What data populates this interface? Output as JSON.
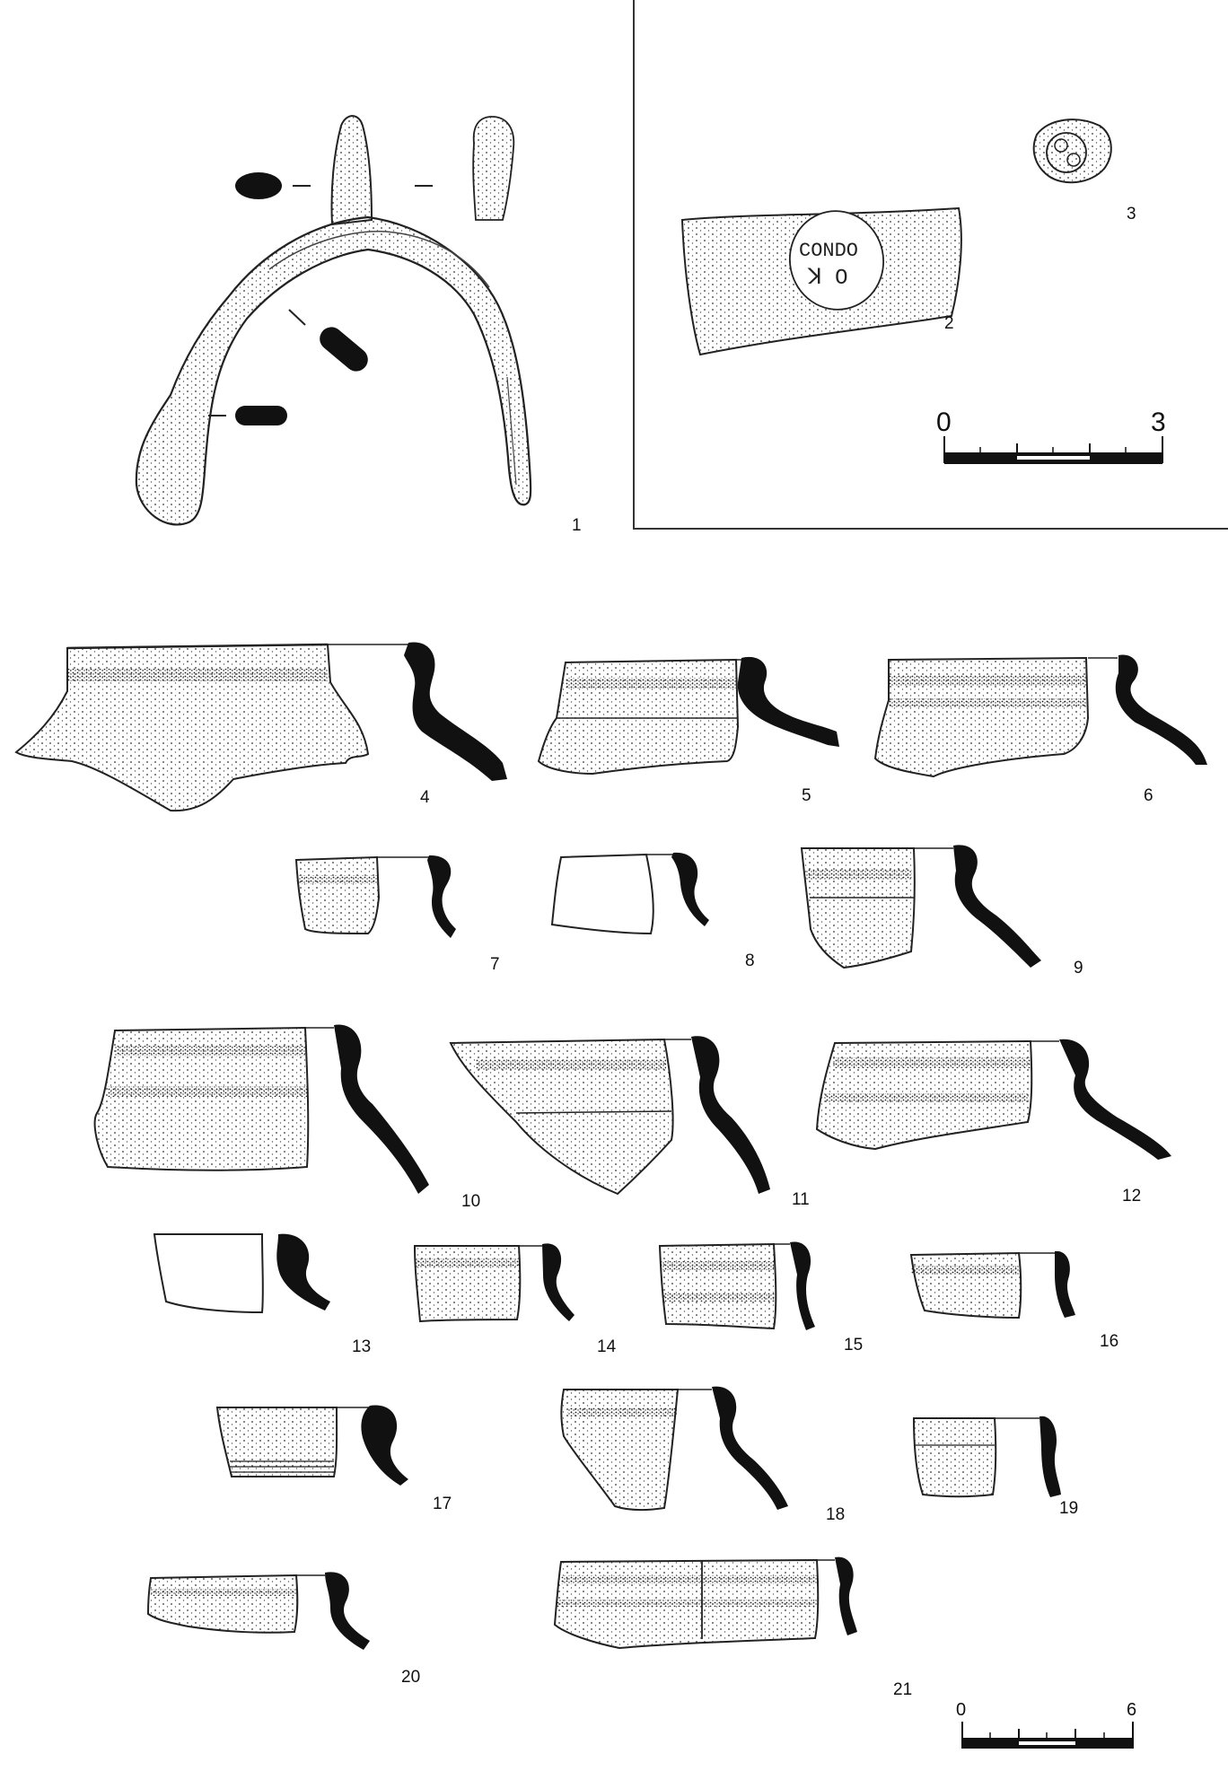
{
  "plate": {
    "panel_divider": true,
    "figures": [
      {
        "id": "1",
        "label": "1",
        "kind": "iron spur"
      },
      {
        "id": "2",
        "label": "2",
        "kind": "stamped sherd"
      },
      {
        "id": "3",
        "label": "3",
        "kind": "stamp fragment"
      },
      {
        "id": "4",
        "label": "4"
      },
      {
        "id": "5",
        "label": "5"
      },
      {
        "id": "6",
        "label": "6"
      },
      {
        "id": "7",
        "label": "7"
      },
      {
        "id": "8",
        "label": "8"
      },
      {
        "id": "9",
        "label": "9"
      },
      {
        "id": "10",
        "label": "10"
      },
      {
        "id": "11",
        "label": "11"
      },
      {
        "id": "12",
        "label": "12"
      },
      {
        "id": "13",
        "label": "13"
      },
      {
        "id": "14",
        "label": "14"
      },
      {
        "id": "15",
        "label": "15"
      },
      {
        "id": "16",
        "label": "16"
      },
      {
        "id": "17",
        "label": "17"
      },
      {
        "id": "18",
        "label": "18"
      },
      {
        "id": "19",
        "label": "19"
      },
      {
        "id": "20",
        "label": "20"
      },
      {
        "id": "21",
        "label": "21"
      }
    ],
    "stamp_text": {
      "line1": "CONDO",
      "line2": "ꓘ O"
    },
    "scale_top": {
      "start": "0",
      "end": "3"
    },
    "scale_bottom": {
      "start": "0",
      "end": "6"
    },
    "colors": {
      "ink": "#111111",
      "background": "#ffffff"
    }
  }
}
